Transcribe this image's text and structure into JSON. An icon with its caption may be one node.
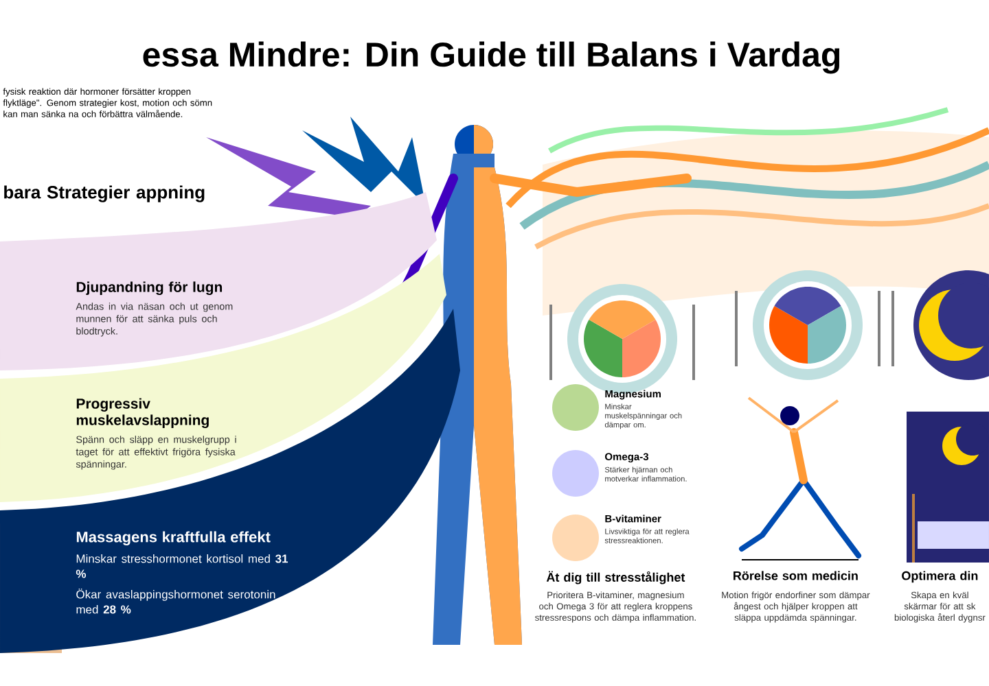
{
  "diagram": {
    "title": "essa Mindre: Din Guide till Balans i Vardag",
    "nodes": [
      {
        "text": [
          "Djupandning för lugn",
          "Andas in via näsan och ut genom munnen för att sänka puls och blodtryck."
        ]
      },
      {
        "text": [
          "Progressiv muskelavslappning",
          "Spänn och släpp en muskelgrupp i taget för att effektivt frigöra fysiska spänningar."
        ]
      },
      {
        "text": [
          "Massagens kraftfulla effekt",
          "Minskar stresshormonet kortisol med **31 %**",
          "Ökar avaslappingshormonet serotonin med **28 %**"
        ]
      }
    ],
    "labels": [
      "fysisk reaktion där hormoner försätter kroppen flyktläge\". Genom strategier kost, motion och sömn kan man sänka na och förbättra välmående.",
      "bara Strategier appning",
      "Magnesium",
      "Minskar muskelspänningar och dämpar om.",
      "Omega-3",
      "Stärker hjärnan och motverkar inflammation.",
      "B-vitaminer",
      "Livsviktiga för att reglera stressreaktionen.",
      "Ät dig till stresstålighet",
      "Prioritera B-vitaminer, magnesium och Omega 3 för att reglera kroppens stressrespons och dämpa inflammation.",
      "Rörelse som medicin",
      "Motion frigör endorfiner som dämpar ångest och hjälper kroppen att släppa uppdämda spänningar.",
      "Optimera din",
      "Skapa en kväl skärmar för att sk biologiska återl dygnsr"
    ]
  }
}
